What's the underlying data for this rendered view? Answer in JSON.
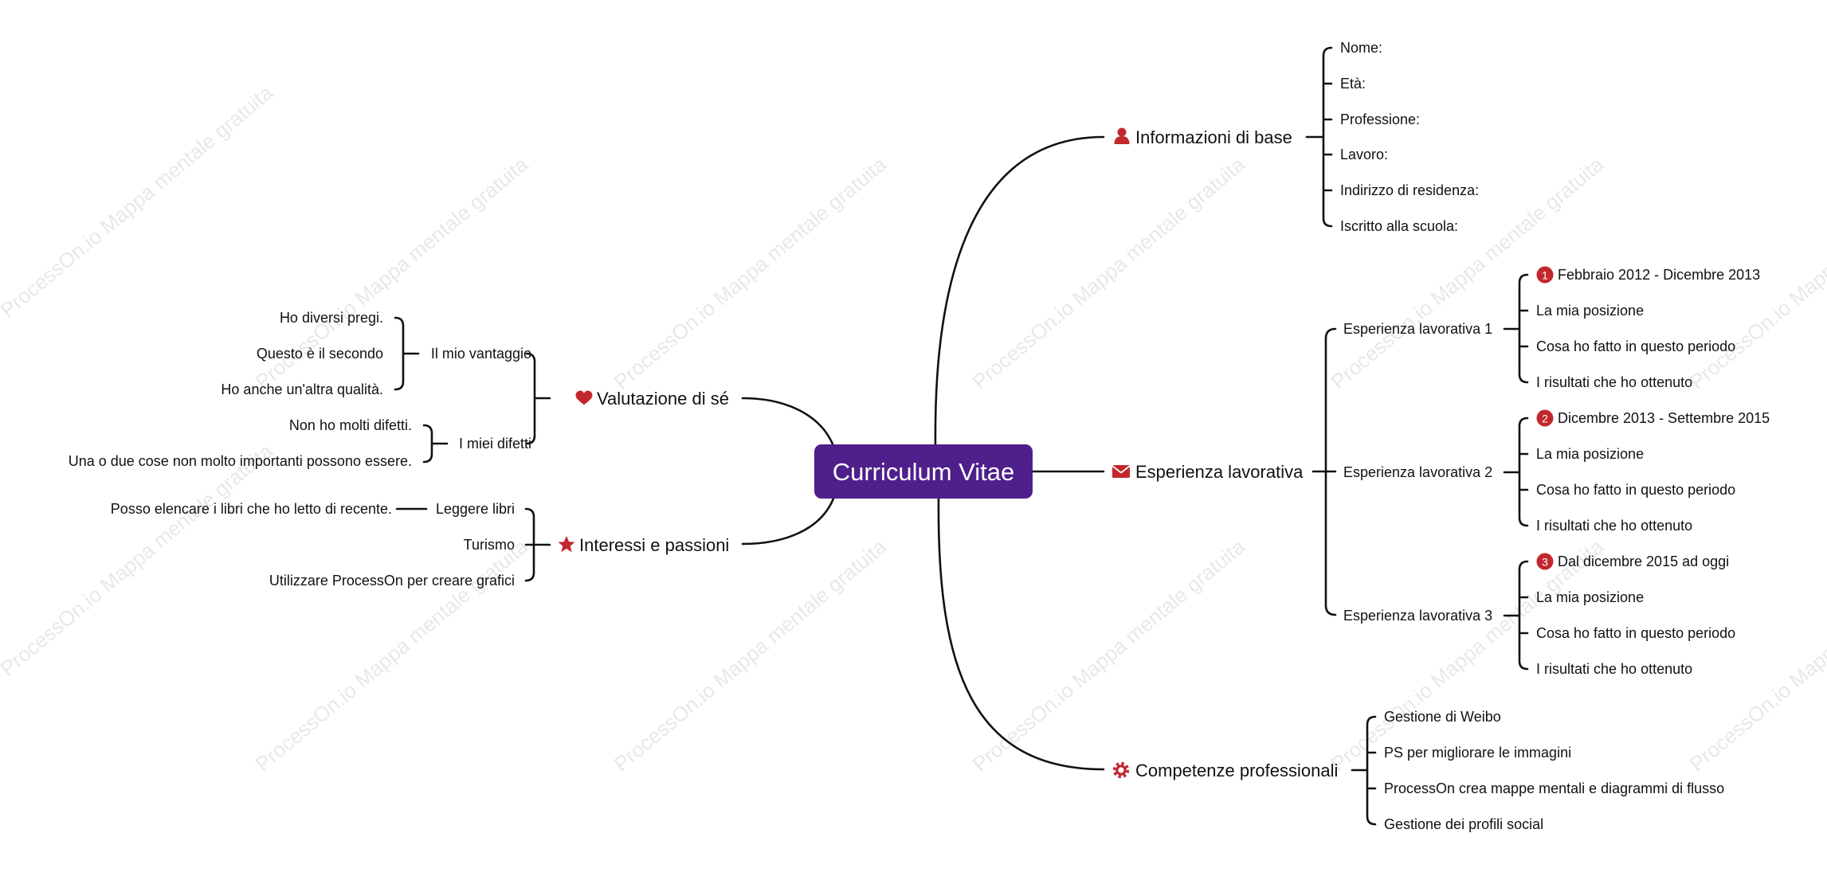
{
  "colors": {
    "root_bg": "#4f1f8b",
    "icon": "#c1272d",
    "line": "#111111",
    "watermark": "#d9d9d9"
  },
  "watermark": "ProcessOn.io Mappa mentale gratuita",
  "root": {
    "label": "Curriculum Vitae"
  },
  "branches": {
    "info": {
      "label": "Informazioni di base",
      "icon": "person-icon",
      "items": [
        "Nome:",
        "Età:",
        "Professione:",
        "Lavoro:",
        "Indirizzo di residenza:",
        "Iscritto alla scuola:"
      ]
    },
    "work": {
      "label": "Esperienza lavorativa",
      "icon": "envelope-icon",
      "jobs": [
        {
          "label": "Esperienza lavorativa 1",
          "badge": "1",
          "items": [
            "Febbraio 2012 - Dicembre 2013",
            "La mia posizione",
            "Cosa ho fatto in questo periodo",
            "I risultati che ho ottenuto"
          ]
        },
        {
          "label": "Esperienza lavorativa 2",
          "badge": "2",
          "items": [
            "Dicembre 2013 - Settembre 2015",
            "La mia posizione",
            "Cosa ho fatto in questo periodo",
            "I risultati che ho ottenuto"
          ]
        },
        {
          "label": "Esperienza lavorativa 3",
          "badge": "3",
          "items": [
            "Dal dicembre 2015 ad oggi",
            "La mia posizione",
            "Cosa ho fatto in questo periodo",
            "I risultati che ho ottenuto"
          ]
        }
      ]
    },
    "skills": {
      "label": "Competenze professionali",
      "icon": "gear-icon",
      "items": [
        "Gestione di Weibo",
        "PS per migliorare le immagini",
        "ProcessOn crea mappe mentali e diagrammi di flusso",
        "Gestione dei profili social"
      ]
    },
    "self": {
      "label": "Valutazione di sé",
      "icon": "heart-icon",
      "groups": [
        {
          "label": "Il mio vantaggio",
          "items": [
            "Ho diversi pregi.",
            "Questo è il secondo",
            "Ho anche un'altra qualità."
          ]
        },
        {
          "label": "I miei difetti",
          "items": [
            "Non ho molti difetti.",
            "Una o due cose non molto importanti possono essere."
          ]
        }
      ]
    },
    "interests": {
      "label": "Interessi e passioni",
      "icon": "star-icon",
      "items": [
        "Leggere libri",
        "Turismo",
        "Utilizzare ProcessOn per creare grafici"
      ],
      "detail": "Posso elencare i libri che ho letto di recente."
    }
  }
}
